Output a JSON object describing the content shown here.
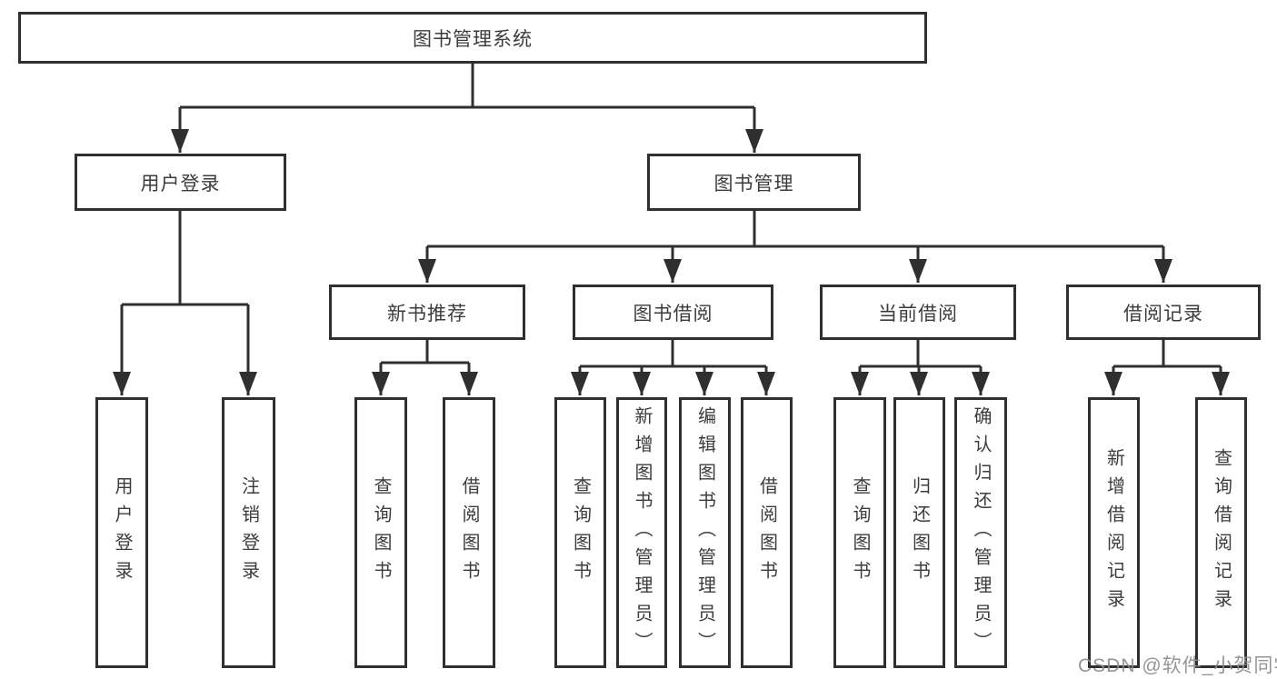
{
  "colors": {
    "line": "#2f2f2f",
    "box_border": "#2f2f2f",
    "box_fill": "#ffffff",
    "text": "#3c3c3c",
    "watermark": "#8c8c8c",
    "background": "#ffffff"
  },
  "diagram": {
    "root": "图书管理系统",
    "branches": {
      "user_login": "用户登录",
      "book_management": "图书管理"
    },
    "modules": {
      "new_book_recommend": "新书推荐",
      "book_borrow": "图书借阅",
      "current_borrow": "当前借阅",
      "borrow_records": "借阅记录"
    },
    "leaves": {
      "user_login_login": "用户登录",
      "user_login_logout": "注销登录",
      "recommend_query_books": "查询图书",
      "recommend_borrow_books": "借阅图书",
      "borrow_query_books": "查询图书",
      "borrow_add_books_admin": "新增图书（管理员）",
      "borrow_edit_books_admin": "编辑图书（管理员）",
      "borrow_borrow_books": "借阅图书",
      "current_query_books": "查询图书",
      "current_return_books": "归还图书",
      "current_confirm_return_admin": "确认归还（管理员）",
      "records_add_record": "新增借阅记录",
      "records_query_record": "查询借阅记录"
    }
  },
  "watermark": "CSDN @软件_小贺同学"
}
